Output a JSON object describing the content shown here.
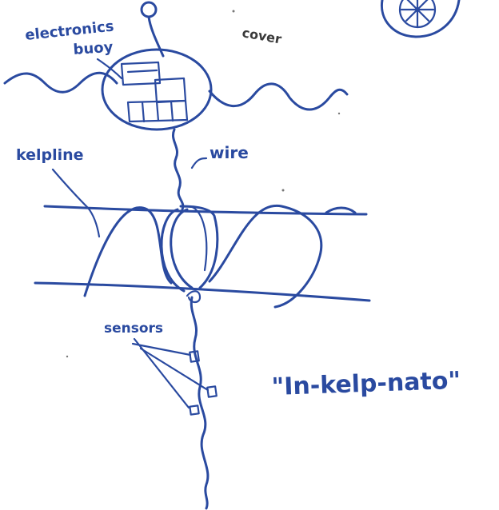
{
  "labels": {
    "electronics_buoy_line1": "electronics",
    "electronics_buoy_line2": "buoy",
    "cover": "cover",
    "wire": "wire",
    "kelpline": "kelpline",
    "sensors": "sensors",
    "title": "\"In-kelp-nato\""
  },
  "colors": {
    "ink": "#2a4aa0",
    "pencil": "#3a3a3a",
    "background": "#ffffff"
  }
}
